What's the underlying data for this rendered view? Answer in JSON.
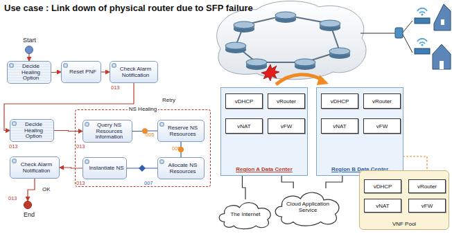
{
  "diagram": {
    "title": "Use case : Link down of physical router due to SFP failure",
    "nodes": [
      {
        "text": [
          "Start"
        ]
      },
      {
        "text": [
          "Decide Healing Option"
        ]
      },
      {
        "text": [
          "Reset PNF"
        ]
      },
      {
        "text": [
          "Check Alarm Notification"
        ]
      },
      {
        "text": [
          "Decide Healing Option"
        ]
      },
      {
        "text": [
          "NS Healing"
        ]
      },
      {
        "text": [
          "Query NS Resources information"
        ],
        "in": 5
      },
      {
        "text": [
          "Reserve NS Resources"
        ],
        "in": 5
      },
      {
        "text": [
          "Allocate NS Resources"
        ],
        "in": 5
      },
      {
        "text": [
          "Instantiate NS"
        ],
        "in": 5
      },
      {
        "text": [
          "Check Alarm Notification"
        ]
      },
      {
        "text": [
          "End"
        ]
      },
      {
        "text": [
          "Region A Data Center"
        ]
      },
      {
        "text": [
          "vDHCP"
        ],
        "in": 12
      },
      {
        "text": [
          "vRouter"
        ],
        "in": 12
      },
      {
        "text": [
          "vNAT"
        ],
        "in": 12
      },
      {
        "text": [
          "vFW"
        ],
        "in": 12
      },
      {
        "text": [
          "Region B Data Center"
        ]
      },
      {
        "text": [
          "vDHCP"
        ],
        "in": 17
      },
      {
        "text": [
          "vRouter"
        ],
        "in": 17
      },
      {
        "text": [
          "vNAT"
        ],
        "in": 17
      },
      {
        "text": [
          "vFW"
        ],
        "in": 17
      },
      {
        "text": [
          "VNF Pool"
        ]
      },
      {
        "text": [
          "vDHCP"
        ],
        "in": 22
      },
      {
        "text": [
          "vRouter"
        ],
        "in": 22
      },
      {
        "text": [
          "vNAT"
        ],
        "in": 22
      },
      {
        "text": [
          "vFW"
        ],
        "in": 22
      },
      {
        "text": [
          "The Internet"
        ]
      },
      {
        "text": [
          "Cloud Application Service"
        ]
      }
    ],
    "edges": [
      {
        "from": 0,
        "to": 1,
        "arrow": "to"
      },
      {
        "from": 1,
        "to": 2,
        "arrow": "to"
      },
      {
        "from": 2,
        "to": 3,
        "arrow": "to"
      },
      {
        "from": 3,
        "to": 4,
        "label": "Retry",
        "arrow": "to"
      },
      {
        "from": 4,
        "to": 6,
        "arrow": "to"
      },
      {
        "from": 6,
        "to": 7,
        "arrow": "none"
      },
      {
        "from": 7,
        "to": 8,
        "arrow": "none"
      },
      {
        "from": 8,
        "to": 9,
        "arrow": "none"
      },
      {
        "from": 9,
        "to": 10,
        "arrow": "to"
      },
      {
        "from": 10,
        "to": 11,
        "label": "OK",
        "arrow": "to"
      },
      {
        "from": 12,
        "to": 27,
        "arrow": "none"
      },
      {
        "from": 12,
        "to": 28,
        "arrow": "none"
      },
      {
        "from": 17,
        "to": 28,
        "arrow": "none"
      },
      {
        "from": 23,
        "to": 20,
        "arrow": "to"
      },
      {
        "from": 24,
        "to": 21,
        "arrow": "to"
      }
    ],
    "labels": [
      "013",
      "013",
      "013",
      "005",
      "005",
      "007",
      "013",
      "013"
    ]
  }
}
